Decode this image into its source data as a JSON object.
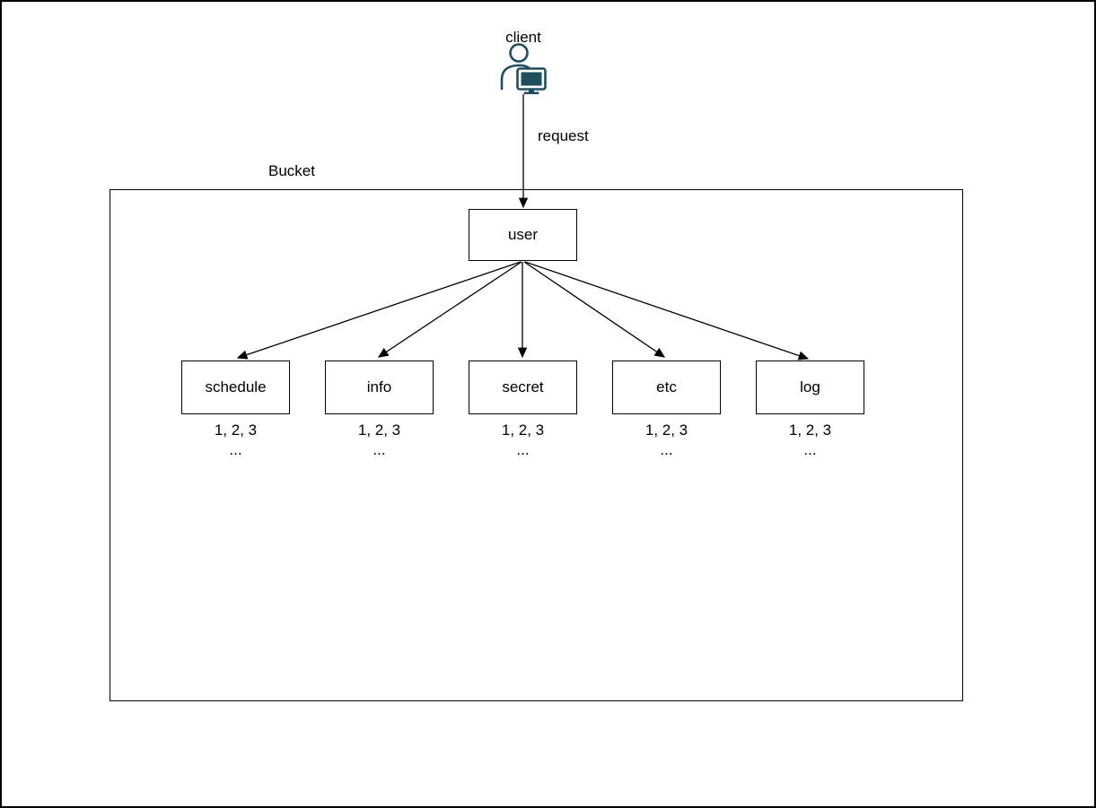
{
  "diagram": {
    "client": {
      "label": "client",
      "icon": "user-at-computer-icon",
      "icon_color": "#1f4e5f"
    },
    "request": {
      "label": "request"
    },
    "bucket": {
      "label": "Bucket"
    },
    "user_node": {
      "label": "user"
    },
    "children": [
      {
        "label": "schedule",
        "items": "1, 2, 3",
        "ellipsis": "..."
      },
      {
        "label": "info",
        "items": "1, 2, 3",
        "ellipsis": "..."
      },
      {
        "label": "secret",
        "items": "1, 2, 3",
        "ellipsis": "..."
      },
      {
        "label": "etc",
        "items": "1, 2, 3",
        "ellipsis": "..."
      },
      {
        "label": "log",
        "items": "1, 2, 3",
        "ellipsis": "..."
      }
    ],
    "colors": {
      "stroke": "#000000",
      "background": "#ffffff"
    }
  }
}
